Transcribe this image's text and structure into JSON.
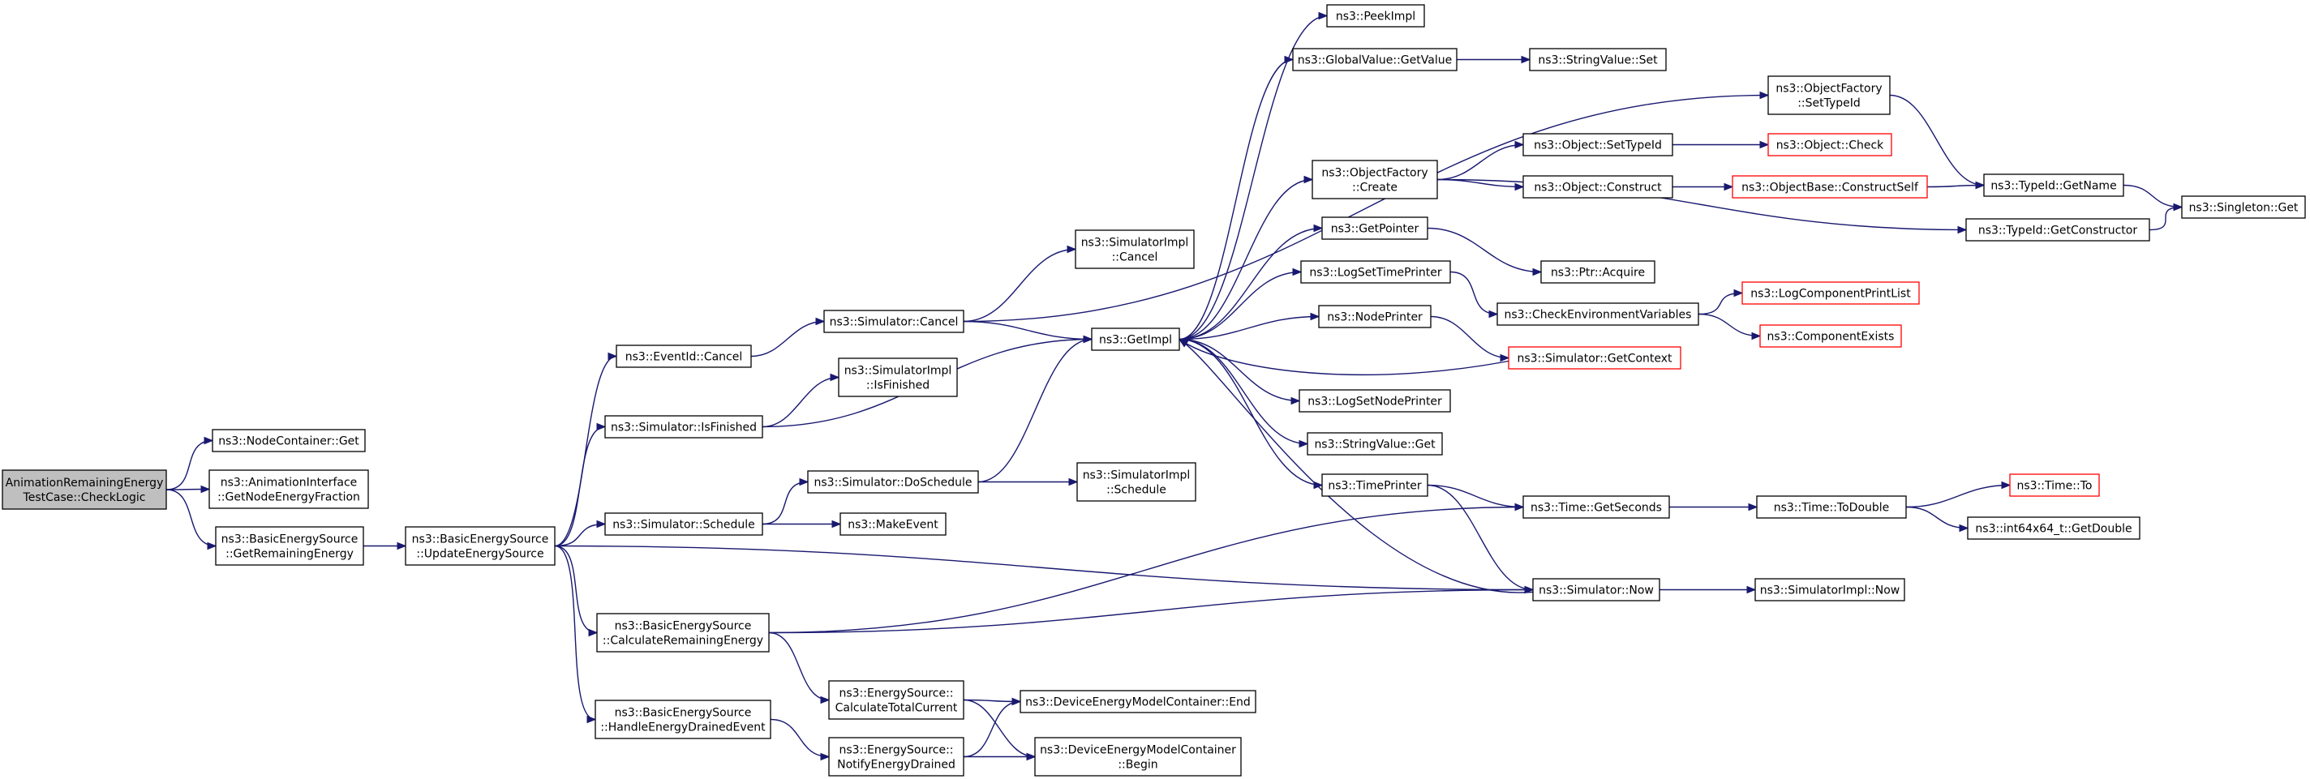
{
  "graph": {
    "nodes": [
      {
        "id": "root",
        "lines": [
          "AnimationRemainingEnergy",
          "TestCase::CheckLogic"
        ],
        "style": "root"
      },
      {
        "id": "nc_get",
        "lines": [
          "ns3::NodeContainer::Get"
        ]
      },
      {
        "id": "anim_iface",
        "lines": [
          "ns3::AnimationInterface",
          "::GetNodeEnergyFraction"
        ]
      },
      {
        "id": "bes_getrem",
        "lines": [
          "ns3::BasicEnergySource",
          "::GetRemainingEnergy"
        ]
      },
      {
        "id": "bes_update",
        "lines": [
          "ns3::BasicEnergySource",
          "::UpdateEnergySource"
        ]
      },
      {
        "id": "eventid_cancel",
        "lines": [
          "ns3::EventId::Cancel"
        ]
      },
      {
        "id": "sim_isfinished",
        "lines": [
          "ns3::Simulator::IsFinished"
        ]
      },
      {
        "id": "sim_schedule",
        "lines": [
          "ns3::Simulator::Schedule"
        ]
      },
      {
        "id": "bes_calcrem",
        "lines": [
          "ns3::BasicEnergySource",
          "::CalculateRemainingEnergy"
        ]
      },
      {
        "id": "bes_drained",
        "lines": [
          "ns3::BasicEnergySource",
          "::HandleEnergyDrainedEvent"
        ]
      },
      {
        "id": "sim_cancel",
        "lines": [
          "ns3::Simulator::Cancel"
        ]
      },
      {
        "id": "simimpl_isfinished",
        "lines": [
          "ns3::SimulatorImpl",
          "::IsFinished"
        ]
      },
      {
        "id": "sim_doschedule",
        "lines": [
          "ns3::Simulator::DoSchedule"
        ]
      },
      {
        "id": "makeevent",
        "lines": [
          "ns3::MakeEvent"
        ]
      },
      {
        "id": "es_calctotal",
        "lines": [
          "ns3::EnergySource::",
          "CalculateTotalCurrent"
        ]
      },
      {
        "id": "es_notify",
        "lines": [
          "ns3::EnergySource::",
          "NotifyEnergyDrained"
        ]
      },
      {
        "id": "simimpl_cancel",
        "lines": [
          "ns3::SimulatorImpl",
          "::Cancel"
        ]
      },
      {
        "id": "getimpl",
        "lines": [
          "ns3::GetImpl"
        ]
      },
      {
        "id": "simimpl_schedule",
        "lines": [
          "ns3::SimulatorImpl",
          "::Schedule"
        ]
      },
      {
        "id": "demc_end",
        "lines": [
          "ns3::DeviceEnergyModelContainer::End"
        ]
      },
      {
        "id": "demc_begin",
        "lines": [
          "ns3::DeviceEnergyModelContainer",
          "::Begin"
        ]
      },
      {
        "id": "peekimpl",
        "lines": [
          "ns3::PeekImpl"
        ]
      },
      {
        "id": "gv_getvalue",
        "lines": [
          "ns3::GlobalValue::GetValue"
        ]
      },
      {
        "id": "of_create",
        "lines": [
          "ns3::ObjectFactory",
          "::Create"
        ]
      },
      {
        "id": "getpointer",
        "lines": [
          "ns3::GetPointer"
        ]
      },
      {
        "id": "logsettimeprinter",
        "lines": [
          "ns3::LogSetTimePrinter"
        ]
      },
      {
        "id": "nodeprinter",
        "lines": [
          "ns3::NodePrinter"
        ]
      },
      {
        "id": "logsetnodeprinter",
        "lines": [
          "ns3::LogSetNodePrinter"
        ]
      },
      {
        "id": "sv_get",
        "lines": [
          "ns3::StringValue::Get"
        ]
      },
      {
        "id": "timeprinter",
        "lines": [
          "ns3::TimePrinter"
        ]
      },
      {
        "id": "sv_set",
        "lines": [
          "ns3::StringValue::Set"
        ]
      },
      {
        "id": "of_settypeid",
        "lines": [
          "ns3::ObjectFactory",
          "::SetTypeId"
        ]
      },
      {
        "id": "obj_settypeid",
        "lines": [
          "ns3::Object::SetTypeId"
        ]
      },
      {
        "id": "obj_construct",
        "lines": [
          "ns3::Object::Construct"
        ]
      },
      {
        "id": "ptr_acquire",
        "lines": [
          "ns3::Ptr::Acquire"
        ]
      },
      {
        "id": "checkenv",
        "lines": [
          "ns3::CheckEnvironmentVariables"
        ]
      },
      {
        "id": "sim_getcontext",
        "lines": [
          "ns3::Simulator::GetContext"
        ],
        "style": "red"
      },
      {
        "id": "time_getseconds",
        "lines": [
          "ns3::Time::GetSeconds"
        ]
      },
      {
        "id": "sim_now",
        "lines": [
          "ns3::Simulator::Now"
        ]
      },
      {
        "id": "obj_check",
        "lines": [
          "ns3::Object::Check"
        ],
        "style": "red"
      },
      {
        "id": "objbase_constructself",
        "lines": [
          "ns3::ObjectBase::ConstructSelf"
        ],
        "style": "red"
      },
      {
        "id": "typeid_getctor",
        "lines": [
          "ns3::TypeId::GetConstructor"
        ]
      },
      {
        "id": "logcomp_printlist",
        "lines": [
          "ns3::LogComponentPrintList"
        ],
        "style": "red"
      },
      {
        "id": "compexists",
        "lines": [
          "ns3::ComponentExists"
        ],
        "style": "red"
      },
      {
        "id": "time_todouble",
        "lines": [
          "ns3::Time::ToDouble"
        ]
      },
      {
        "id": "simimpl_now",
        "lines": [
          "ns3::SimulatorImpl::Now"
        ]
      },
      {
        "id": "typeid_getname",
        "lines": [
          "ns3::TypeId::GetName"
        ]
      },
      {
        "id": "time_to",
        "lines": [
          "ns3::Time::To"
        ],
        "style": "red"
      },
      {
        "id": "int64_getdouble",
        "lines": [
          "ns3::int64x64_t::GetDouble"
        ]
      },
      {
        "id": "singleton_get",
        "lines": [
          "ns3::Singleton::Get"
        ]
      }
    ],
    "edges": [
      [
        "root",
        "nc_get"
      ],
      [
        "root",
        "anim_iface"
      ],
      [
        "root",
        "bes_getrem"
      ],
      [
        "bes_getrem",
        "bes_update"
      ],
      [
        "bes_update",
        "eventid_cancel"
      ],
      [
        "bes_update",
        "sim_isfinished"
      ],
      [
        "bes_update",
        "sim_schedule"
      ],
      [
        "bes_update",
        "bes_calcrem"
      ],
      [
        "bes_update",
        "bes_drained"
      ],
      [
        "bes_update",
        "sim_now"
      ],
      [
        "eventid_cancel",
        "sim_cancel"
      ],
      [
        "sim_cancel",
        "simimpl_cancel"
      ],
      [
        "sim_cancel",
        "getimpl"
      ],
      [
        "sim_cancel",
        "of_settypeid"
      ],
      [
        "sim_isfinished",
        "simimpl_isfinished"
      ],
      [
        "sim_isfinished",
        "getimpl"
      ],
      [
        "sim_schedule",
        "sim_doschedule"
      ],
      [
        "sim_schedule",
        "makeevent"
      ],
      [
        "sim_doschedule",
        "getimpl"
      ],
      [
        "sim_doschedule",
        "simimpl_schedule"
      ],
      [
        "bes_calcrem",
        "es_calctotal"
      ],
      [
        "bes_calcrem",
        "time_getseconds"
      ],
      [
        "bes_calcrem",
        "sim_now"
      ],
      [
        "bes_drained",
        "es_notify"
      ],
      [
        "es_calctotal",
        "demc_end"
      ],
      [
        "es_calctotal",
        "demc_begin"
      ],
      [
        "es_notify",
        "demc_end"
      ],
      [
        "es_notify",
        "demc_begin"
      ],
      [
        "getimpl",
        "peekimpl"
      ],
      [
        "getimpl",
        "gv_getvalue"
      ],
      [
        "getimpl",
        "of_create"
      ],
      [
        "getimpl",
        "getpointer"
      ],
      [
        "getimpl",
        "logsettimeprinter"
      ],
      [
        "getimpl",
        "nodeprinter"
      ],
      [
        "getimpl",
        "logsetnodeprinter"
      ],
      [
        "getimpl",
        "sv_get"
      ],
      [
        "getimpl",
        "timeprinter"
      ],
      [
        "gv_getvalue",
        "sv_set"
      ],
      [
        "of_create",
        "obj_settypeid"
      ],
      [
        "of_create",
        "obj_construct"
      ],
      [
        "of_create",
        "typeid_getctor"
      ],
      [
        "getpointer",
        "ptr_acquire"
      ],
      [
        "logsettimeprinter",
        "checkenv"
      ],
      [
        "nodeprinter",
        "sim_getcontext"
      ],
      [
        "timeprinter",
        "time_getseconds"
      ],
      [
        "timeprinter",
        "sim_now"
      ],
      [
        "sim_getcontext",
        "getimpl"
      ],
      [
        "sim_now",
        "getimpl"
      ],
      [
        "sim_now",
        "simimpl_now"
      ],
      [
        "obj_settypeid",
        "obj_check"
      ],
      [
        "obj_construct",
        "objbase_constructself"
      ],
      [
        "objbase_constructself",
        "typeid_getname"
      ],
      [
        "of_settypeid",
        "typeid_getname"
      ],
      [
        "typeid_getctor",
        "singleton_get"
      ],
      [
        "typeid_getname",
        "singleton_get"
      ],
      [
        "checkenv",
        "logcomp_printlist"
      ],
      [
        "checkenv",
        "compexists"
      ],
      [
        "time_getseconds",
        "time_todouble"
      ],
      [
        "time_todouble",
        "time_to"
      ],
      [
        "time_todouble",
        "int64_getdouble"
      ]
    ]
  }
}
